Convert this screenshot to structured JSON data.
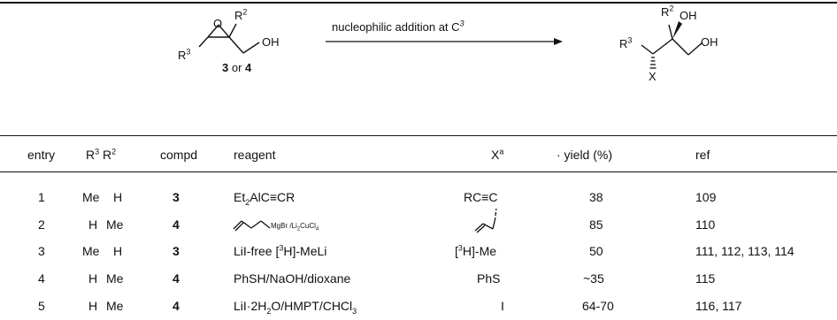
{
  "scheme": {
    "reactant": {
      "r3": "R",
      "r2": "R",
      "o_label": "O",
      "oh_label": "OH",
      "compd_a": "3",
      "or_text": "or",
      "compd_b": "4"
    },
    "arrow_label": "nucleophilic addition at C",
    "arrow_label_sup": "3",
    "product": {
      "r3": "R",
      "r2": "R",
      "oh_top": "OH",
      "oh_right": "OH",
      "x_label": "X"
    }
  },
  "table": {
    "headers": {
      "entry": "entry",
      "r3r2": "R",
      "compd": "compd",
      "reagent": "reagent",
      "x": "X",
      "x_sup": "a",
      "yield": "· yield (%)",
      "ref": "ref"
    },
    "rows": [
      {
        "entry": "1",
        "r3": "Me",
        "r2": "H",
        "compd": "3",
        "yield": "38",
        "ref": "109"
      },
      {
        "entry": "2",
        "r3": "H",
        "r2": "Me",
        "compd": "4",
        "yield": "85",
        "ref": "110"
      },
      {
        "entry": "3",
        "r3": "Me",
        "r2": "H",
        "compd": "3",
        "yield": "50",
        "ref": "111, 112, 113, 114"
      },
      {
        "entry": "4",
        "r3": "H",
        "r2": "Me",
        "compd": "4",
        "yield": "~35",
        "ref": "115"
      },
      {
        "entry": "5",
        "r3": "H",
        "r2": "Me",
        "compd": "4",
        "yield": "64-70",
        "ref": "116, 117"
      }
    ],
    "reagents": {
      "r1_a": "Et",
      "r1_b": "2",
      "r1_c": "AlC",
      "r1_d": "≡",
      "r1_e": "CR",
      "r2_a": "MgBr /Li",
      "r2_b": "2",
      "r2_c": "CuCl",
      "r2_d": "4",
      "r3_a": "LiI-free [",
      "r3_b": "3",
      "r3_c": "H]-MeLi",
      "r4": "PhSH/NaOH/dioxane",
      "r5_a": "LiI·2H",
      "r5_b": "2",
      "r5_c": "O/HMPT/CHCl",
      "r5_d": "3"
    },
    "x_values": {
      "r1_a": "RC",
      "r1_b": "≡",
      "r1_c": "C",
      "r3_a": "[",
      "r3_b": "3",
      "r3_c": "H]-Me",
      "r4": "PhS",
      "r5": "I"
    }
  }
}
